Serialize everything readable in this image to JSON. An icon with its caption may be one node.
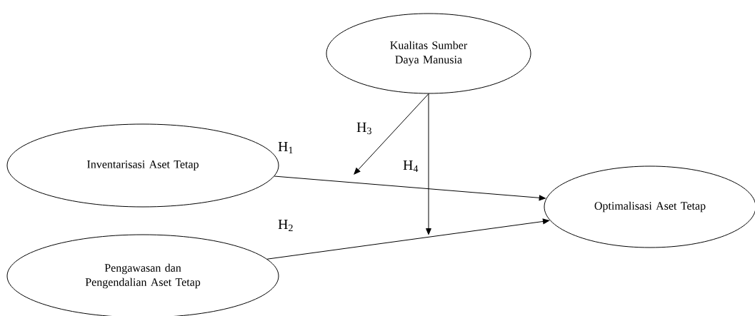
{
  "diagram": {
    "nodes": [
      {
        "text": [
          "Kualitas Sumber Daya Manusia"
        ]
      },
      {
        "text": [
          "Inventarisasi Aset Tetap"
        ]
      },
      {
        "text": [
          "Pengawasan dan Pengendalian Aset Tetap"
        ]
      },
      {
        "text": [
          "Optimalisasi Aset Tetap"
        ]
      }
    ],
    "edges": [
      {
        "from": 1,
        "to": 3,
        "arrow": "to",
        "label": "H$_{1}$"
      },
      {
        "from": 2,
        "to": 3,
        "arrow": "to",
        "label": "H$_{2}$"
      },
      {
        "from": 0,
        "to": null,
        "arrow": "to",
        "label": "H$_{3}$"
      },
      {
        "from": 0,
        "to": null,
        "arrow": "to",
        "label": "H$_{4}$"
      }
    ]
  }
}
